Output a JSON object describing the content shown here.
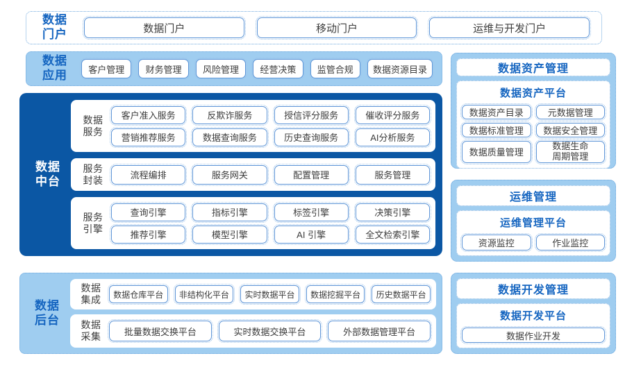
{
  "portal": {
    "label": "数据\n门户",
    "label_line1": "数据",
    "label_line2": "门户",
    "items": [
      "数据门户",
      "移动门户",
      "运维与开发门户"
    ]
  },
  "application": {
    "label_line1": "数据",
    "label_line2": "应用",
    "items": [
      "客户管理",
      "财务管理",
      "风险管理",
      "经营决策",
      "监管合规",
      "数据资源目录"
    ]
  },
  "middle_platform": {
    "label_line1": "数据",
    "label_line2": "中台",
    "groups": [
      {
        "label_line1": "数据",
        "label_line2": "服务",
        "rows": [
          [
            "客户准入服务",
            "反欺诈服务",
            "授信评分服务",
            "催收评分服务"
          ],
          [
            "营销推荐服务",
            "数据查询服务",
            "历史查询服务",
            "AI分析服务"
          ]
        ]
      },
      {
        "label_line1": "服务",
        "label_line2": "封装",
        "rows": [
          [
            "流程编排",
            "服务网关",
            "配置管理",
            "服务管理"
          ]
        ]
      },
      {
        "label_line1": "服务",
        "label_line2": "引擎",
        "rows": [
          [
            "查询引擎",
            "指标引擎",
            "标签引擎",
            "决策引擎"
          ],
          [
            "推荐引擎",
            "模型引擎",
            "AI 引擎",
            "全文检索引擎"
          ]
        ]
      }
    ]
  },
  "backend": {
    "label_line1": "数据",
    "label_line2": "后台",
    "groups": [
      {
        "label_line1": "数据",
        "label_line2": "集成",
        "rows": [
          [
            "数据仓库平台",
            "非结构化平台",
            "实时数据平台",
            "数据挖掘平台",
            "历史数据平台"
          ]
        ]
      },
      {
        "label_line1": "数据",
        "label_line2": "采集",
        "rows": [
          [
            "批量数据交换平台",
            "实时数据交换平台",
            "外部数据管理平台"
          ]
        ]
      }
    ]
  },
  "right_column": {
    "asset": {
      "title": "数据资产管理",
      "subtitle": "数据资产平台",
      "rows": [
        [
          "数据资产目录",
          "元数据管理"
        ],
        [
          "数据标准管理",
          "数据安全管理"
        ],
        [
          "数据质量管理",
          "数据生命\n周期管理"
        ]
      ]
    },
    "ops": {
      "title": "运维管理",
      "subtitle": "运维管理平台",
      "rows": [
        [
          "资源监控",
          "作业监控"
        ]
      ]
    },
    "dev": {
      "title": "数据开发管理",
      "subtitle": "数据开发平台",
      "rows": [
        [
          "数据作业开发"
        ]
      ]
    }
  },
  "colors": {
    "brand_blue": "#1565c0",
    "deep_blue": "#0b57a4",
    "light_blue": "#9fcdf0",
    "pill_border": "#5b93d6",
    "text": "#3c3c3c"
  }
}
